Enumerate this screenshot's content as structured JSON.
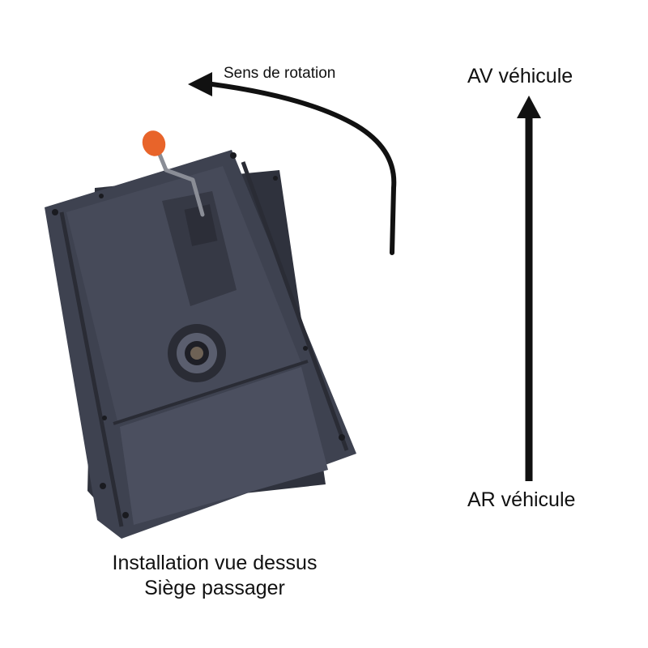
{
  "labels": {
    "rotation": "Sens de rotation",
    "front": "AV véhicule",
    "rear": "AR véhicule"
  },
  "caption": {
    "line1": "Installation vue dessus",
    "line2": "Siège passager"
  },
  "colors": {
    "plate_dark": "#3a3d4a",
    "plate_mid": "#454957",
    "plate_light": "#4e5262",
    "lever_knob": "#e8642a",
    "arrow": "#111111"
  }
}
